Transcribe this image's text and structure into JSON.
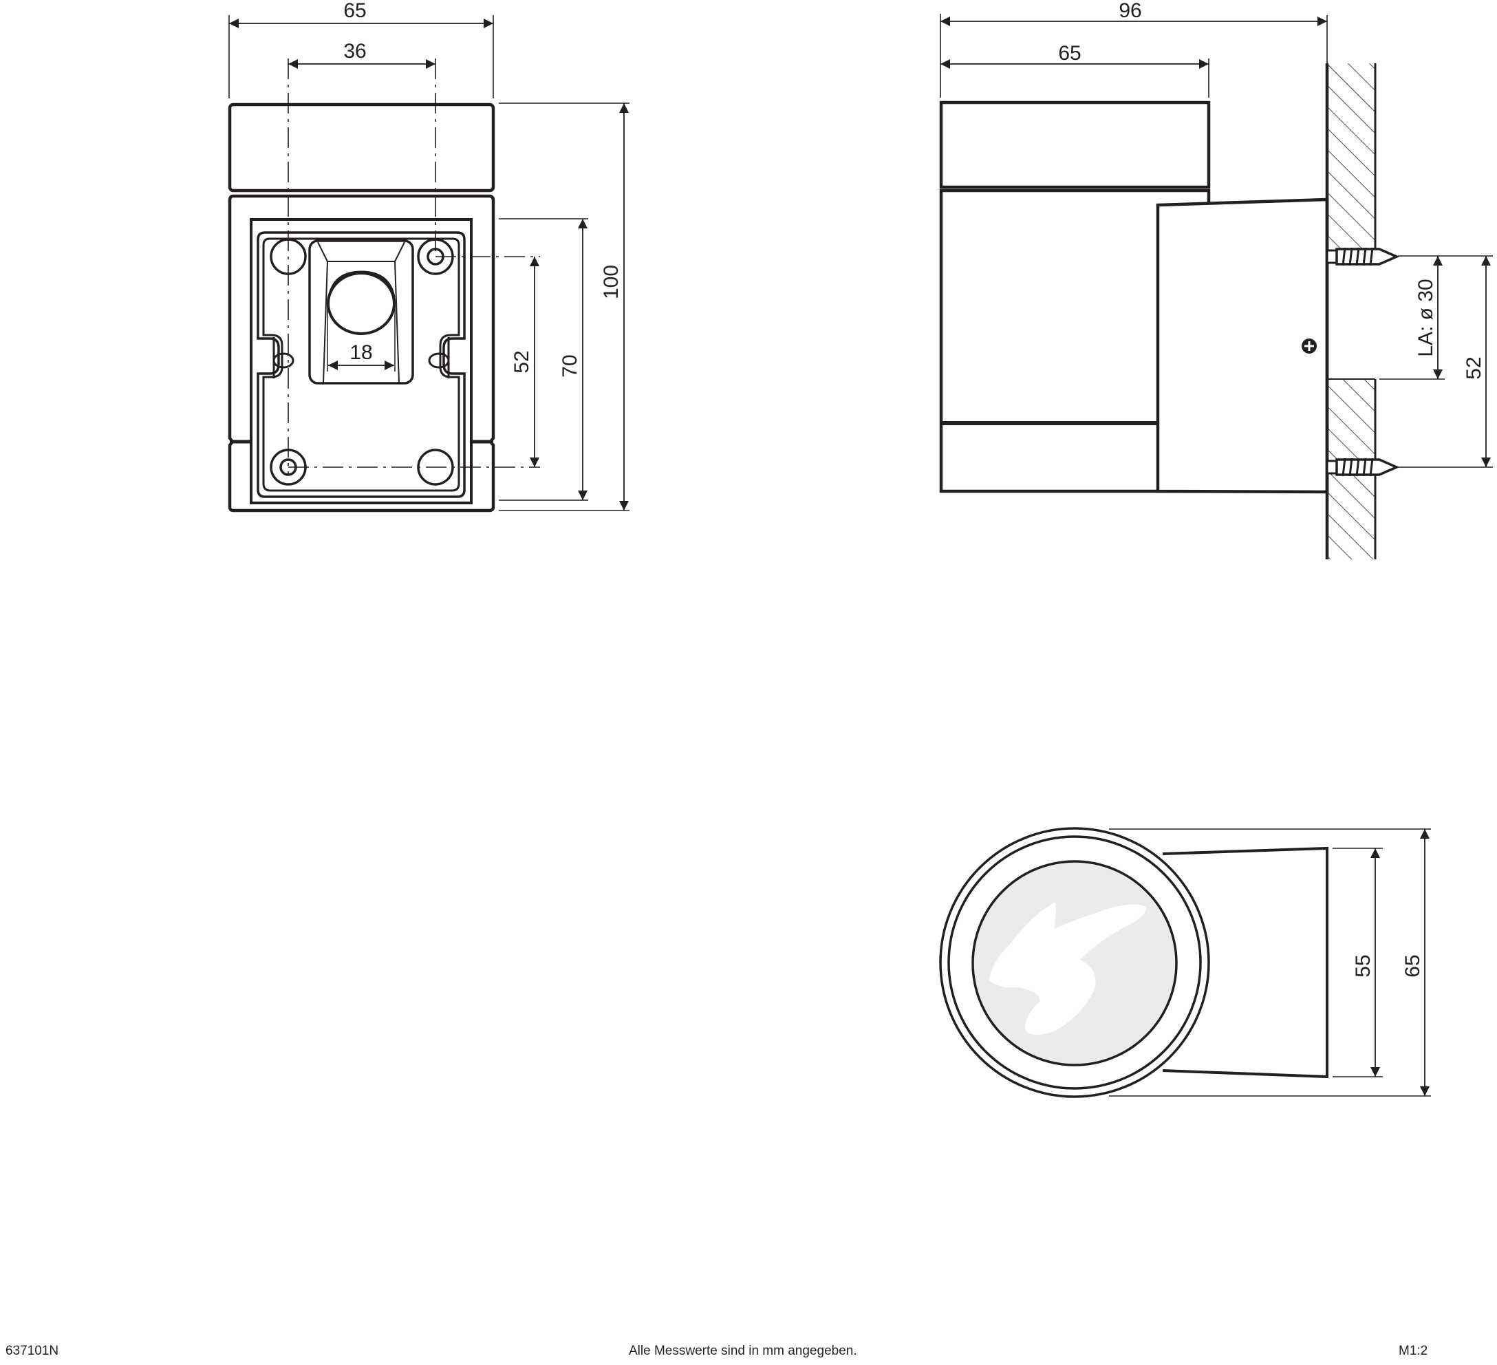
{
  "drawing": {
    "colors": {
      "line": "#231f20",
      "lens_fill": "#ebebeb",
      "background": "#ffffff"
    },
    "front_view": {
      "dims": {
        "overall_width": "65",
        "hole_spacing_horizontal": "36",
        "cable_opening": "18",
        "hole_spacing_vertical": "52",
        "plate_height": "70",
        "overall_height": "100"
      }
    },
    "side_view": {
      "dims": {
        "overall_depth": "96",
        "head_depth": "65",
        "cable_entry": "LA: ø 30",
        "hole_spacing": "52"
      }
    },
    "bottom_view": {
      "dims": {
        "mount_width": "55",
        "overall_diameter": "65"
      }
    }
  },
  "footer": {
    "article_number": "637101N",
    "note": "Alle Messwerte sind in mm angegeben.",
    "scale": "M1:2"
  }
}
